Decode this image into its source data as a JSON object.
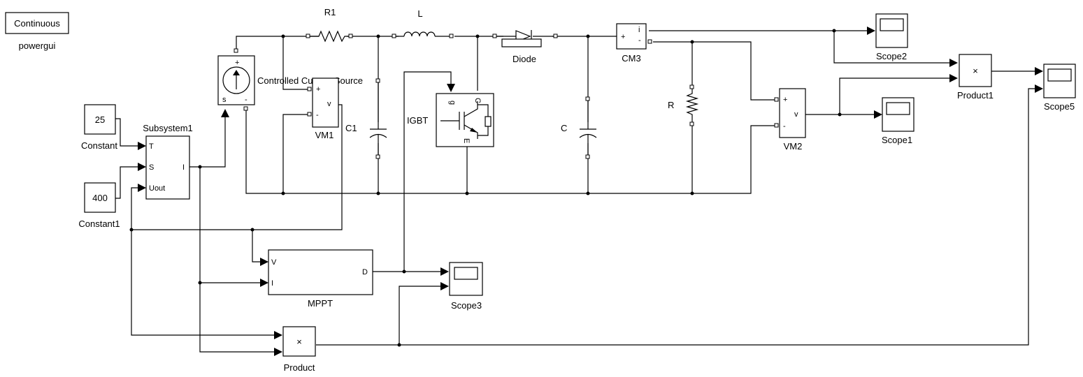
{
  "powergui": {
    "mode": "Continuous",
    "name": "powergui"
  },
  "blocks": {
    "constant": {
      "value": "25",
      "name": "Constant"
    },
    "constant1": {
      "value": "400",
      "name": "Constant1"
    },
    "subsystem1": {
      "name": "Subsystem1",
      "in_t": "T",
      "in_s": "S",
      "in_uout": "Uout",
      "out_i": "I"
    },
    "ccs": {
      "name": "Controlled Current Source",
      "plus": "+",
      "s": "s",
      "minus": "-"
    },
    "r1": {
      "name": "R1"
    },
    "l": {
      "name": "L"
    },
    "diode": {
      "name": "Diode"
    },
    "cm3": {
      "name": "CM3",
      "plus": "+",
      "minus": "-",
      "i": "i"
    },
    "vm1": {
      "name": "VM1",
      "plus": "+",
      "minus": "-",
      "v": "v"
    },
    "c1": {
      "name": "C1"
    },
    "igbt": {
      "name": "IGBT",
      "g": "g",
      "c": "C",
      "e": "E"
    },
    "c": {
      "name": "C"
    },
    "r": {
      "name": "R"
    },
    "vm2": {
      "name": "VM2",
      "plus": "+",
      "minus": "-",
      "v": "v"
    },
    "mppt": {
      "name": "MPPT",
      "in_v": "V",
      "in_i": "I",
      "out_d": "D"
    },
    "product": {
      "name": "Product",
      "symbol": "×"
    },
    "product1": {
      "name": "Product1",
      "symbol": "×"
    },
    "scope1": {
      "name": "Scope1"
    },
    "scope2": {
      "name": "Scope2"
    },
    "scope3": {
      "name": "Scope3"
    },
    "scope5": {
      "name": "Scope5"
    }
  }
}
